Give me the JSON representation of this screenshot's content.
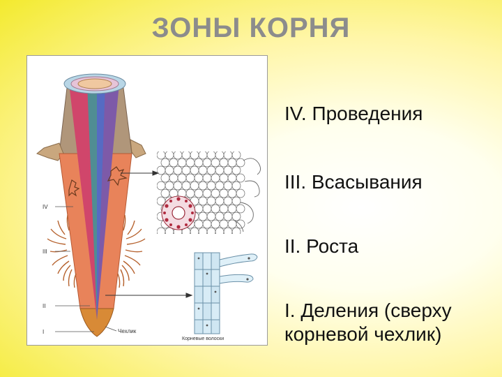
{
  "title": "ЗОНЫ КОРНЯ",
  "zones": [
    {
      "label": "IV. Проведения"
    },
    {
      "label": "III. Всасывания"
    },
    {
      "label": "II. Роста"
    },
    {
      "label": "I. Деления (сверху",
      "label2": "корневой чехлик)"
    }
  ],
  "figure": {
    "markers": [
      "IV",
      "III",
      "II",
      "I"
    ],
    "cap_label": "Чехлик",
    "hairs_label": "Корневые волоски"
  },
  "colors": {
    "root_body": "#e8835a",
    "root_cap": "#d88a36",
    "vascular_pink": "#d0466b",
    "vascular_violet": "#7d5aa8",
    "bark_top": "#b0967a",
    "root_hairs": "#b6622e",
    "title_gray": "#8c8c8c"
  }
}
